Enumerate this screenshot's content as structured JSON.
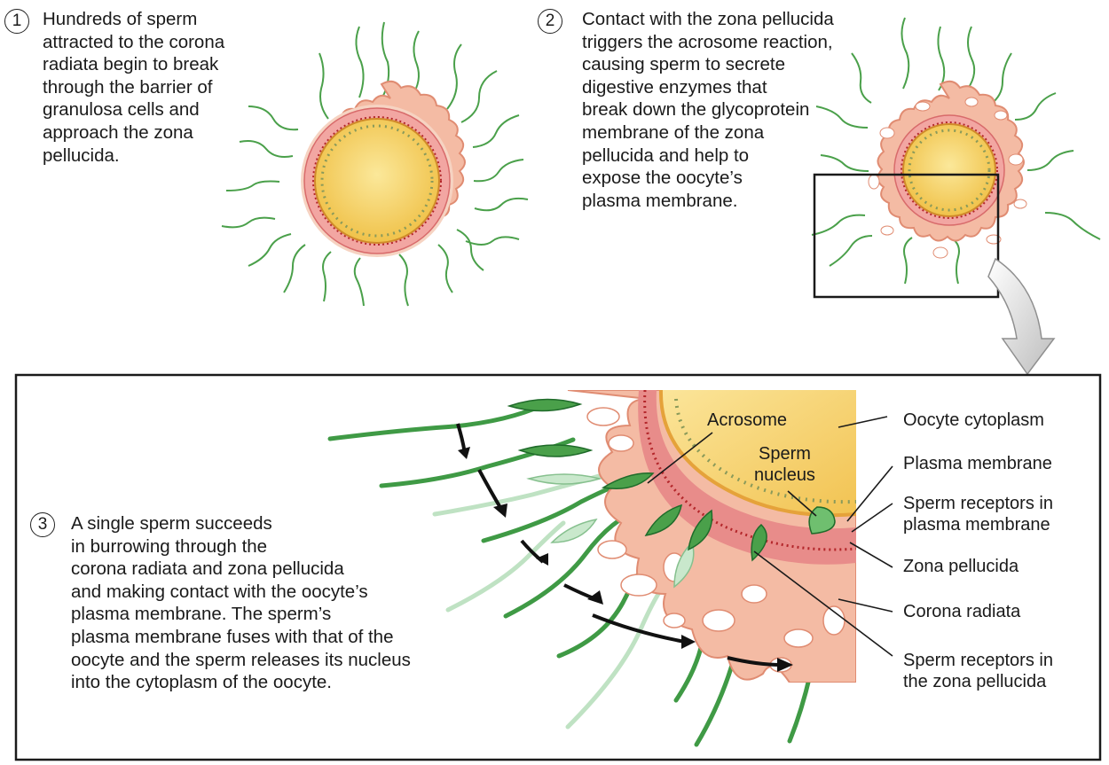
{
  "steps": [
    {
      "number": "1",
      "text": "Hundreds of sperm\nattracted to the corona\nradiata begin to break\nthrough the barrier of\ngranulosa cells and\napproach the zona\npellucida."
    },
    {
      "number": "2",
      "text": "Contact with the zona pellucida\ntriggers the acrosome reaction,\ncausing sperm to secrete\ndigestive enzymes that\nbreak down the glycoprotein\nmembrane of the zona\npellucida and help to\nexpose the oocyte’s\nplasma membrane."
    },
    {
      "number": "3",
      "text": "A single sperm succeeds\nin burrowing through the\ncorona radiata and zona pellucida\nand making contact with the oocyte’s\nplasma membrane. The sperm’s\nplasma membrane fuses with that of the\noocyte and the sperm releases its nucleus\ninto the cytoplasm of the oocyte."
    }
  ],
  "labels": {
    "acrosome": "Acrosome",
    "sperm_nucleus": "Sperm\nnucleus",
    "oocyte_cytoplasm": "Oocyte cytoplasm",
    "plasma_membrane": "Plasma membrane",
    "sperm_receptors_plasma": "Sperm receptors in\nplasma membrane",
    "zona_pellucida": "Zona pellucida",
    "corona_radiata": "Corona radiata",
    "sperm_receptors_zona": "Sperm receptors in\nthe zona pellucida"
  },
  "colors": {
    "corona": "#f4bba4",
    "corona_edge": "#e08c72",
    "zona": "#f2a6a2",
    "cytoplasm": "#f6cf62",
    "membrane_dots": "#b3262a",
    "sperm": "#4aa04a",
    "sperm_dark": "#1f6b2a",
    "arrow_gray": "#cfcfcf"
  }
}
